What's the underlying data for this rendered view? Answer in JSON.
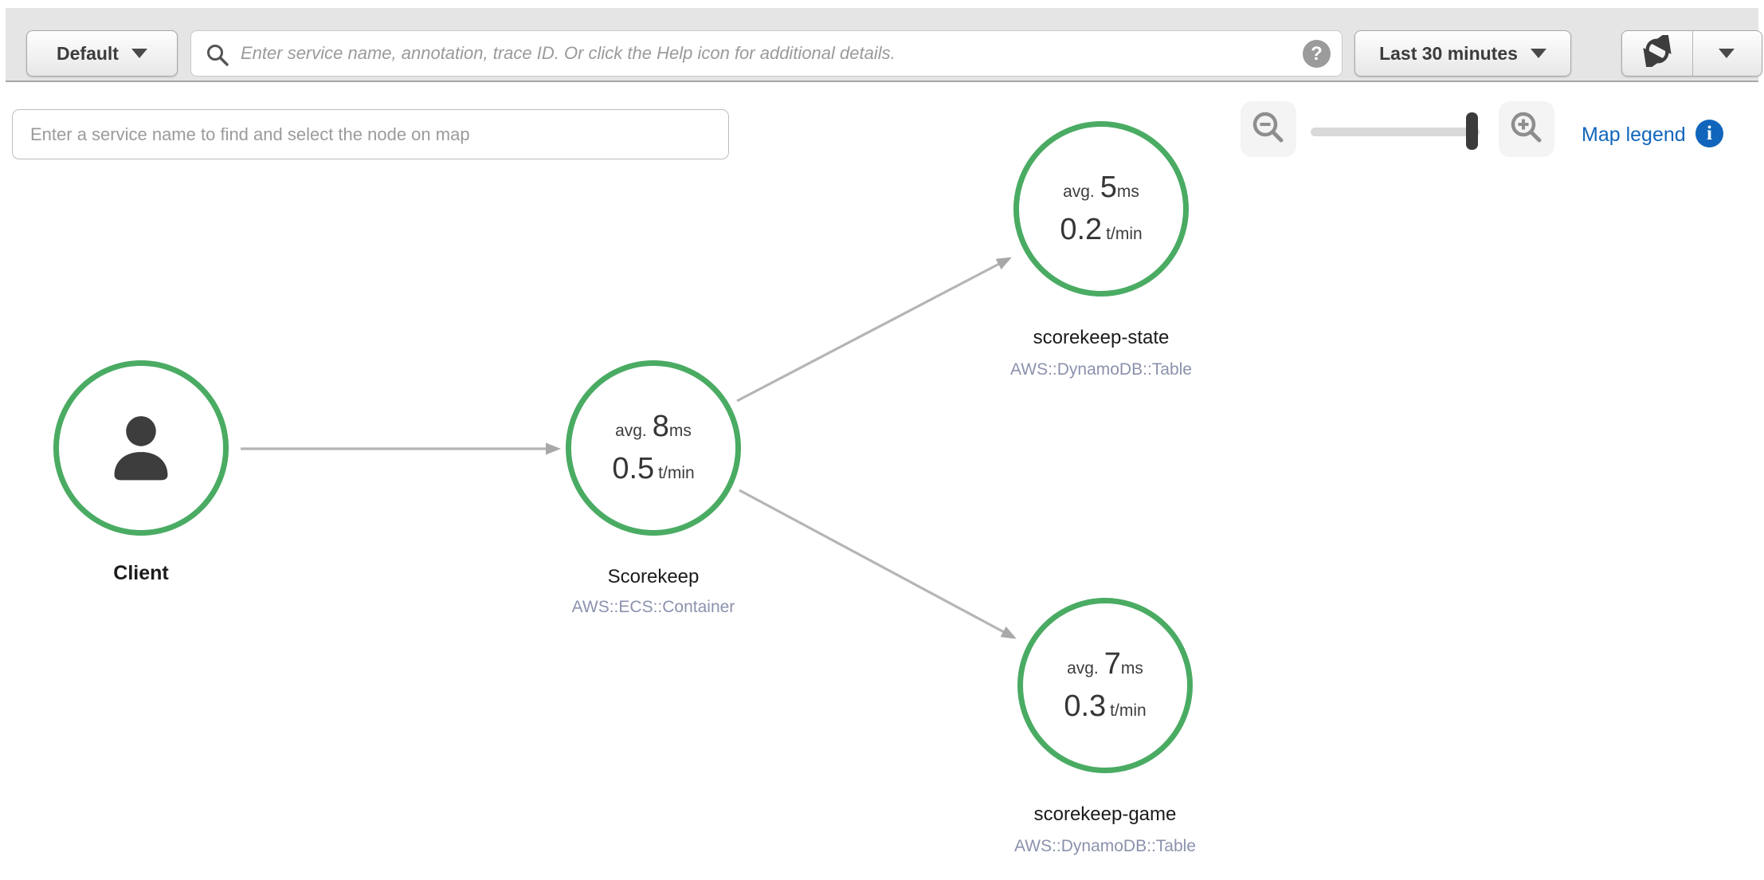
{
  "toolbar": {
    "group_button": {
      "label": "Default"
    },
    "search_input": {
      "placeholder": "Enter service name, annotation, trace ID. Or click the Help icon for additional details."
    },
    "help_icon_glyph": "?",
    "time_range_button": {
      "label": "Last 30 minutes"
    }
  },
  "map_toolbar": {
    "find_node_input": {
      "placeholder": "Enter a service name to find and select the node on map"
    },
    "legend_link": {
      "label": "Map legend"
    },
    "info_icon_glyph": "i"
  },
  "service_map": {
    "nodes": [
      {
        "name": "Client",
        "kind": "client"
      },
      {
        "name": "Scorekeep",
        "service_type": "AWS::ECS::Container",
        "avg_label": "avg.",
        "latency": "8",
        "latency_unit": "ms",
        "rate": "0.5",
        "rate_unit": "t/min",
        "status_color": "#4aab63"
      },
      {
        "name": "scorekeep-state",
        "service_type": "AWS::DynamoDB::Table",
        "avg_label": "avg.",
        "latency": "5",
        "latency_unit": "ms",
        "rate": "0.2",
        "rate_unit": "t/min",
        "status_color": "#4aab63"
      },
      {
        "name": "scorekeep-game",
        "service_type": "AWS::DynamoDB::Table",
        "avg_label": "avg.",
        "latency": "7",
        "latency_unit": "ms",
        "rate": "0.3",
        "rate_unit": "t/min",
        "status_color": "#4aab63"
      }
    ],
    "edges": [
      {
        "from": "Client",
        "to": "Scorekeep"
      },
      {
        "from": "Scorekeep",
        "to": "scorekeep-state"
      },
      {
        "from": "Scorekeep",
        "to": "scorekeep-game"
      }
    ]
  },
  "colors": {
    "node_healthy_green": "#4aab63",
    "link_blue": "#1166bb",
    "toolbar_background": "#e5e5e5",
    "edge_gray": "#b5b5b5",
    "service_type_gray": "#8b92ad"
  }
}
